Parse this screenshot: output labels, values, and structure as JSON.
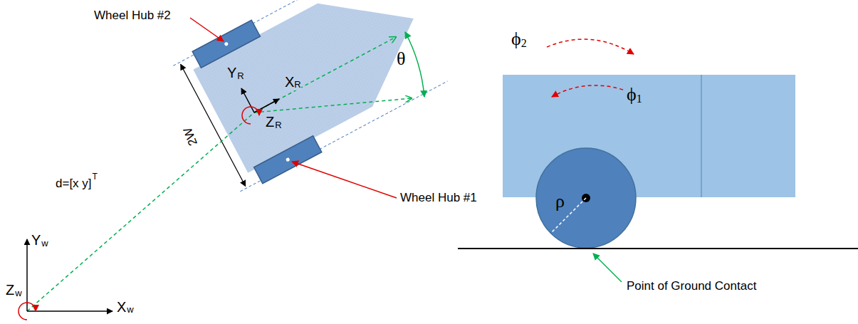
{
  "diagram": {
    "labels": [
      "Wheel Hub #2",
      "Wheel Hub #1",
      "θ",
      "Y",
      "R",
      "X",
      "R",
      "Z",
      "R",
      "2W",
      "d=[x y]",
      "T",
      "Y",
      "w",
      "Z",
      "w",
      "X",
      "w",
      "ϕ",
      "2",
      "ϕ",
      "1",
      "ρ",
      "Point of Ground Contact"
    ]
  }
}
